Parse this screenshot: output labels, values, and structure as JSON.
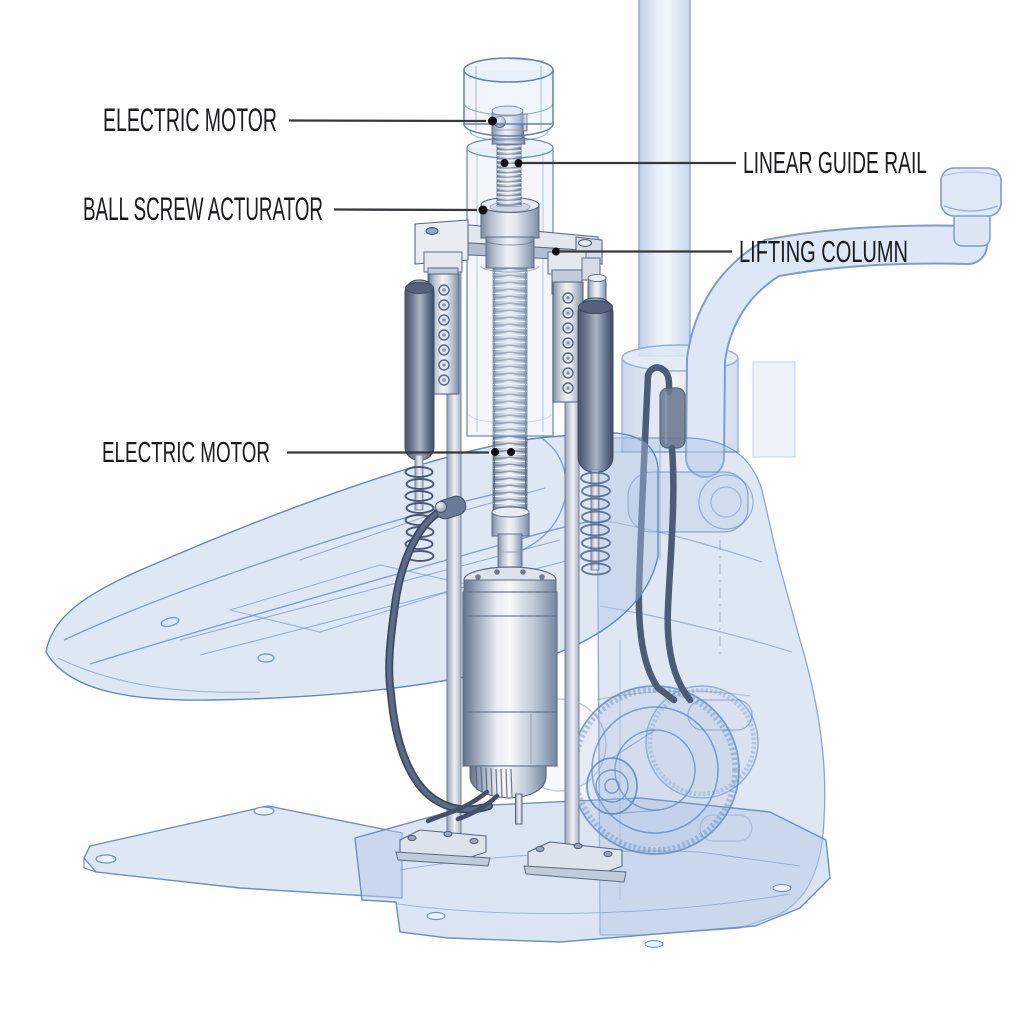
{
  "figure": {
    "type": "technical-illustration",
    "subject": "Transparent lifting mechanism with ball screw actuator, guide rails and electric motor",
    "background": "#ffffff"
  },
  "labels": [
    {
      "id": "electric-motor-top",
      "text": "ELECTRIC MOTOR",
      "side": "left"
    },
    {
      "id": "ball-screw-actuator",
      "text": "BALL SCREW ACTURATOR",
      "side": "left"
    },
    {
      "id": "linear-guide-rail",
      "text": "LINEAR GUIDE RAIL",
      "side": "right"
    },
    {
      "id": "lifting-column",
      "text": "LIFTING COLUMN",
      "side": "right"
    },
    {
      "id": "electric-motor-lower",
      "text": "ELECTRIC MOTOR",
      "side": "left"
    }
  ],
  "colors": {
    "bg": "#ffffff",
    "label-color": "#1a1b1d",
    "leader-color": "#37383b",
    "dot-color": "#0d0e11",
    "ghost-stroke": "#6288bb",
    "ghost-fill": "#c7d6ec",
    "metal-edge": "#5c6a82",
    "cable-color": "#4c5870",
    "dark-cylinder": "#5b6880",
    "metal-light": "#eef1f6",
    "metal-mid": "#b7c1d1"
  }
}
